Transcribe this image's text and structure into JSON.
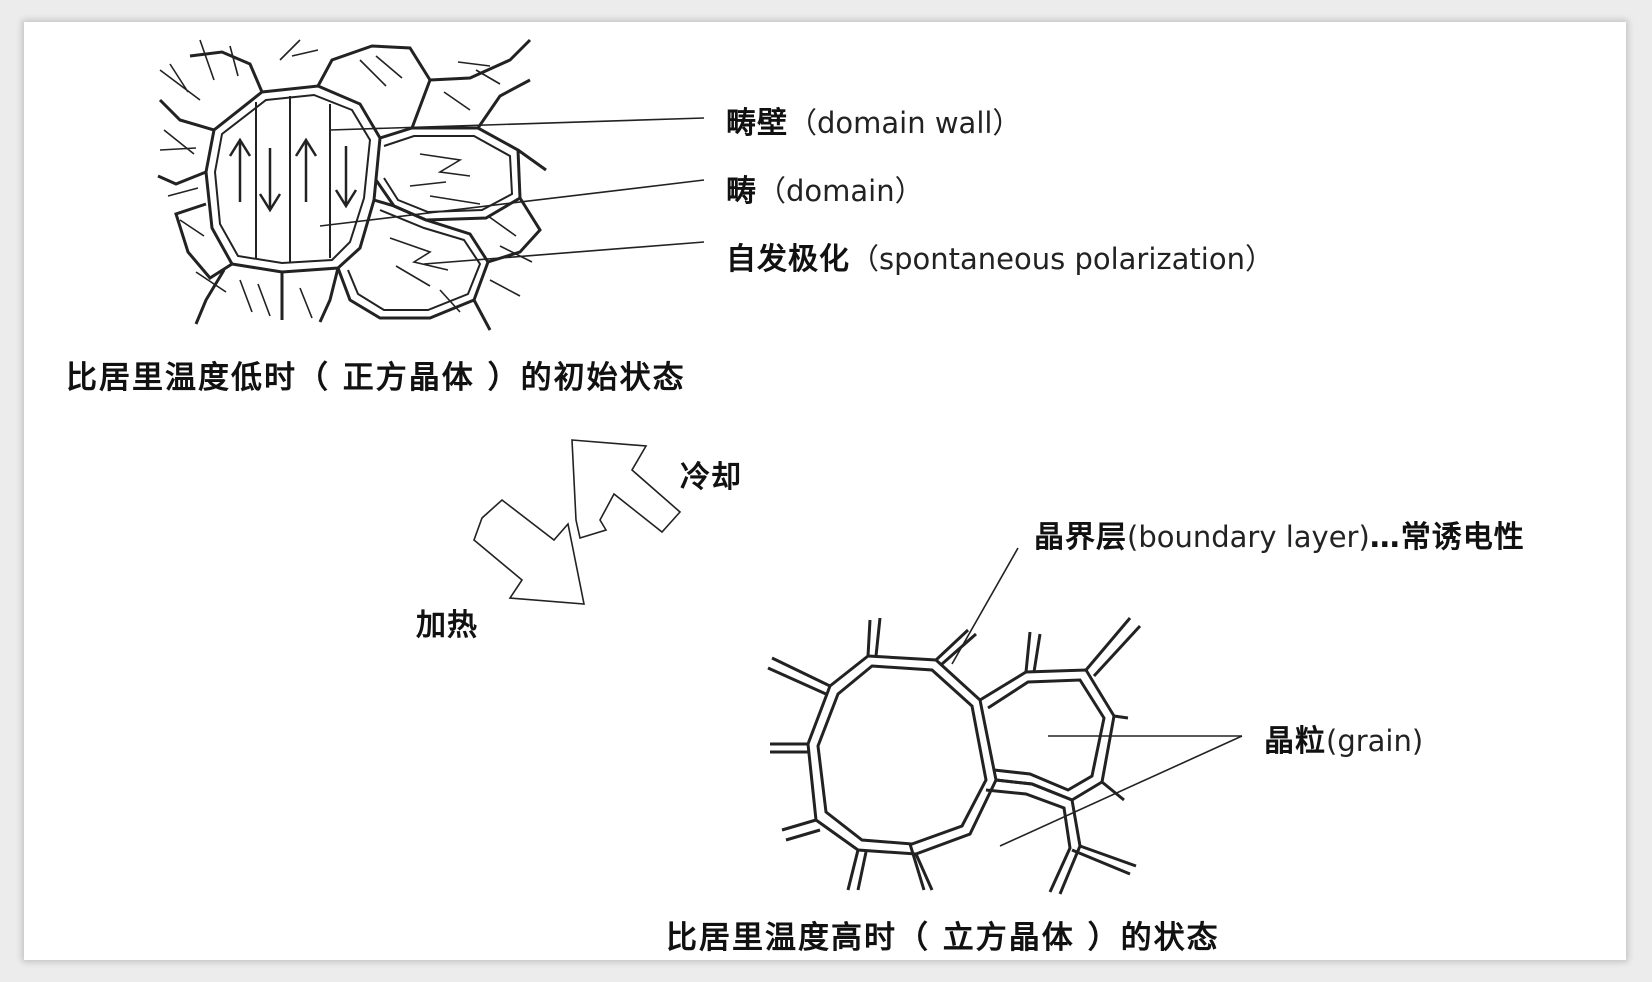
{
  "labels": {
    "domain_wall_cn": "畴壁",
    "domain_wall_en": "（domain wall）",
    "domain_cn": "畴",
    "domain_en": "（domain）",
    "spont_cn": "自发极化",
    "spont_en": "（spontaneous polarization）",
    "boundary_cn": "晶界层",
    "boundary_en": "(boundary layer)",
    "boundary_suffix": "…常诱电性",
    "grain_cn": "晶粒",
    "grain_en": "(grain)",
    "cool": "冷却",
    "heat": "加热"
  },
  "captions": {
    "low_temp": "比居里温度低时（ 正方晶体 ）的初始状态",
    "high_temp": "比居里温度高时（ 立方晶体 ）的状态"
  },
  "colors": {
    "line": "#222222",
    "background": "#ffffff"
  }
}
